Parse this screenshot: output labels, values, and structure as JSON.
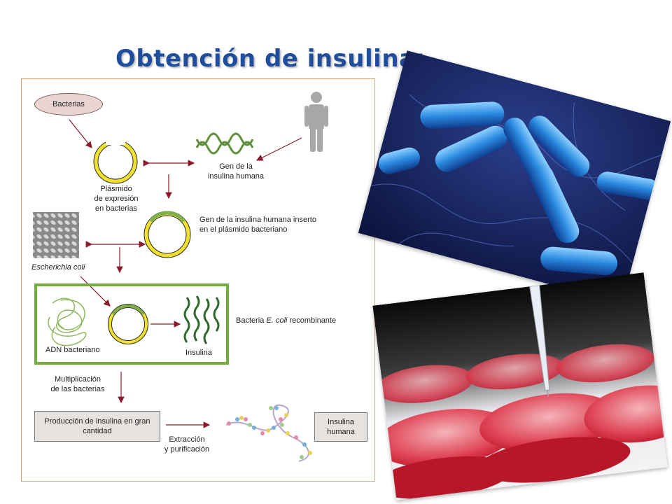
{
  "title": "Obtención de insulina:",
  "diagram": {
    "bacterias": "Bacterias",
    "gen_insulina": [
      "Gen de la",
      "insulina humana"
    ],
    "plasmido": [
      "Plásmido",
      "de expresión",
      "en bacterias"
    ],
    "gen_inserto": [
      "Gen de la insulina humana inserto",
      "en el plásmido bacteriano"
    ],
    "ecoli": "Escherichia coli",
    "adn_bacteriano": "ADN bacteriano",
    "insulina": "Insulina",
    "recombinante_prefix": "Bacteria ",
    "recombinante_italic": "E. coli",
    "recombinante_suffix": " recombinante",
    "multiplicacion": [
      "Multiplicación",
      "de las bacterias"
    ],
    "produccion": [
      "Producción de insulina en gran",
      "cantidad"
    ],
    "extraccion": [
      "Extracción",
      "y purificación"
    ],
    "insulina_humana": [
      "Insulina",
      "humana"
    ]
  },
  "colors": {
    "title": "#1f4e9c",
    "panel_border": "#e3a56b",
    "frame_green": "#6fae3a",
    "plasmid_yellow": "#f2e12c",
    "plasmid_green": "#7fb04a",
    "arrow": "#8b1a2b",
    "dna_green": "#5f8f3a"
  },
  "icons": [
    "human-silhouette-icon",
    "dna-helix-icon",
    "chromosome-icon",
    "protein-chain-icon"
  ],
  "photos": [
    "bacteria-3d-render",
    "petri-dishes-pipette"
  ]
}
